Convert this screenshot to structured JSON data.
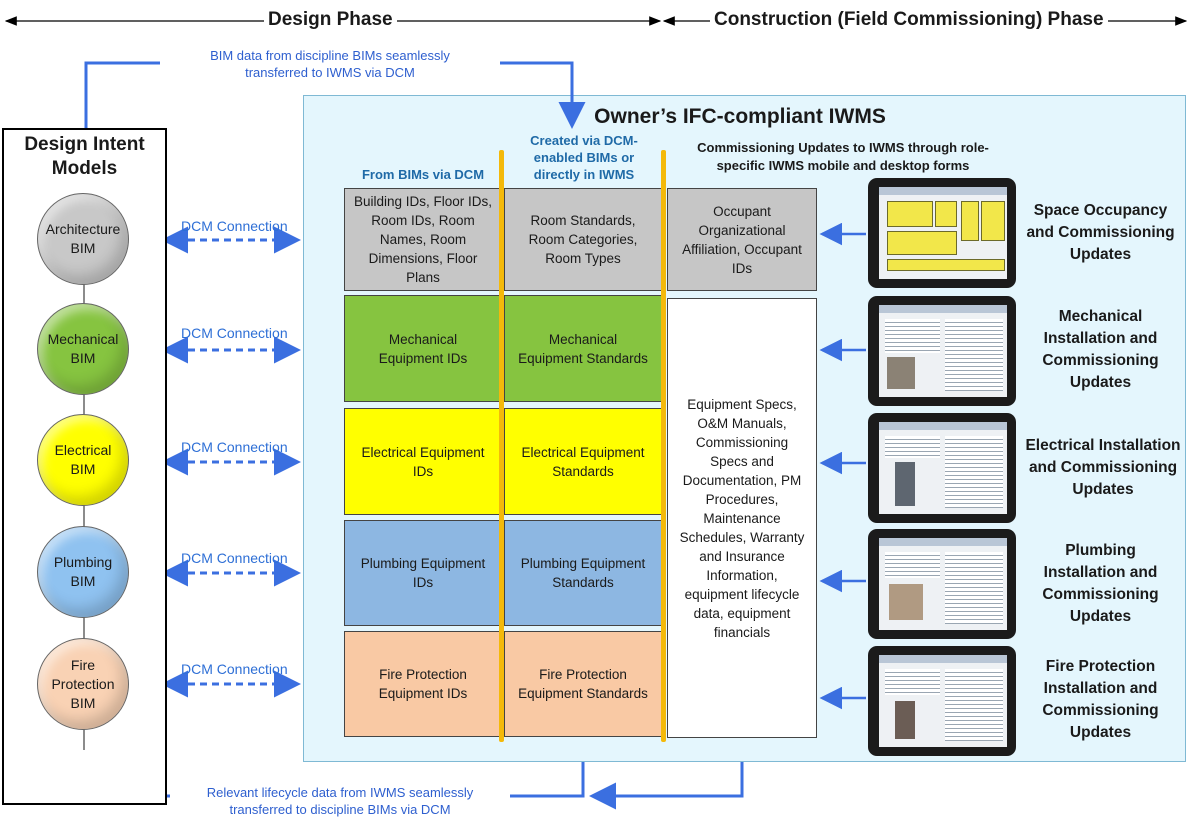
{
  "header": {
    "design_phase": "Design Phase",
    "construction_phase": "Construction (Field Commissioning) Phase"
  },
  "notes": {
    "top_line1": "BIM data from discipline BIMs seamlessly",
    "top_line2": "transferred to IWMS via DCM",
    "bottom_line1": "Relevant lifecycle data from IWMS seamlessly",
    "bottom_line2": "transferred to discipline BIMs via DCM"
  },
  "design_intent": {
    "title_line1": "Design Intent",
    "title_line2": "Models",
    "bims": [
      {
        "line1": "Architecture",
        "line2": "BIM",
        "line3": "",
        "color": "#c8c8c8"
      },
      {
        "line1": "Mechanical",
        "line2": "BIM",
        "line3": "",
        "color": "#86c440"
      },
      {
        "line1": "Electrical",
        "line2": "BIM",
        "line3": "",
        "color": "#ffff00"
      },
      {
        "line1": "Plumbing",
        "line2": "BIM",
        "line3": "",
        "color": "#8fc2f0"
      },
      {
        "line1": "Fire",
        "line2": "Protection",
        "line3": "BIM",
        "color": "#f9d2b4"
      }
    ]
  },
  "connections": {
    "label": "DCM Connection"
  },
  "iwms": {
    "title": "Owner’s IFC-compliant IWMS",
    "col1_head": "From BIMs via DCM",
    "col2_head_line1": "Created via DCM-",
    "col2_head_line2": "enabled BIMs or",
    "col2_head_line3": "directly in IWMS",
    "col3_head_line1": "Commissioning Updates to IWMS through role-",
    "col3_head_line2": "specific IWMS mobile and desktop forms",
    "rows": [
      {
        "col1": [
          "Building IDs, Floor IDs,",
          "Room IDs, Room",
          "Names, Room",
          "Dimensions, Floor",
          "Plans"
        ],
        "col2": [
          "Room Standards,",
          "Room Categories,",
          "Room Types"
        ],
        "col3": [
          "Occupant",
          "Organizational",
          "Affiliation, Occupant",
          "IDs"
        ]
      },
      {
        "col1": [
          "Mechanical",
          "Equipment IDs"
        ],
        "col2": [
          "Mechanical",
          "Equipment Standards"
        ]
      },
      {
        "col1": [
          "Electrical Equipment",
          "IDs"
        ],
        "col2": [
          "Electrical Equipment",
          "Standards"
        ]
      },
      {
        "col1": [
          "Plumbing Equipment",
          "IDs"
        ],
        "col2": [
          "Plumbing Equipment",
          "Standards"
        ]
      },
      {
        "col1": [
          "Fire Protection",
          "Equipment IDs"
        ],
        "col2": [
          "Fire Protection",
          "Equipment Standards"
        ]
      }
    ],
    "equipment_block": [
      "Equipment Specs,",
      "O&M Manuals,",
      "Commissioning",
      "Specs and",
      "Documentation, PM",
      "Procedures,",
      "Maintenance",
      "Schedules, Warranty",
      "and Insurance",
      "Information,",
      "equipment lifecycle",
      "data, equipment",
      "financials"
    ]
  },
  "updates": [
    {
      "lines": [
        "Space Occupancy",
        "and Commissioning",
        "Updates"
      ],
      "screen": "floorplan"
    },
    {
      "lines": [
        "Mechanical",
        "Installation and",
        "Commissioning",
        "Updates"
      ],
      "screen": "form"
    },
    {
      "lines": [
        "Electrical Installation",
        "and Commissioning",
        "Updates"
      ],
      "screen": "form"
    },
    {
      "lines": [
        "Plumbing",
        "Installation and",
        "Commissioning",
        "Updates"
      ],
      "screen": "form"
    },
    {
      "lines": [
        "Fire Protection",
        "Installation and",
        "Commissioning",
        "Updates"
      ],
      "screen": "form"
    }
  ],
  "colors": {
    "arrow_blue": "#3b6fe0",
    "iwms_bg": "#e4f6fd",
    "yellow_divider": "#f4b90a"
  }
}
